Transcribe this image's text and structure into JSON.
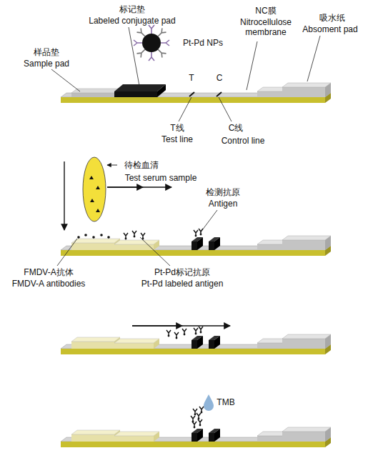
{
  "diagram": {
    "labels": [
      "标记垫",
      "Labeled conjugate pad",
      "Pt-Pd NPs",
      "NC膜",
      "Nitrocellulose membrane",
      "吸水纸",
      "Absoment pad",
      "样品垫",
      "Sample pad",
      "T",
      "C",
      "T线",
      "Test line",
      "C线",
      "Control line",
      "待检血清",
      "Test serum sample",
      "检测抗原",
      "Antigen",
      "FMDV-A抗体",
      "FMDV-A antibodies",
      "Pt-Pd标记抗原",
      "Pt-Pd labeled antigen",
      "TMB"
    ]
  }
}
